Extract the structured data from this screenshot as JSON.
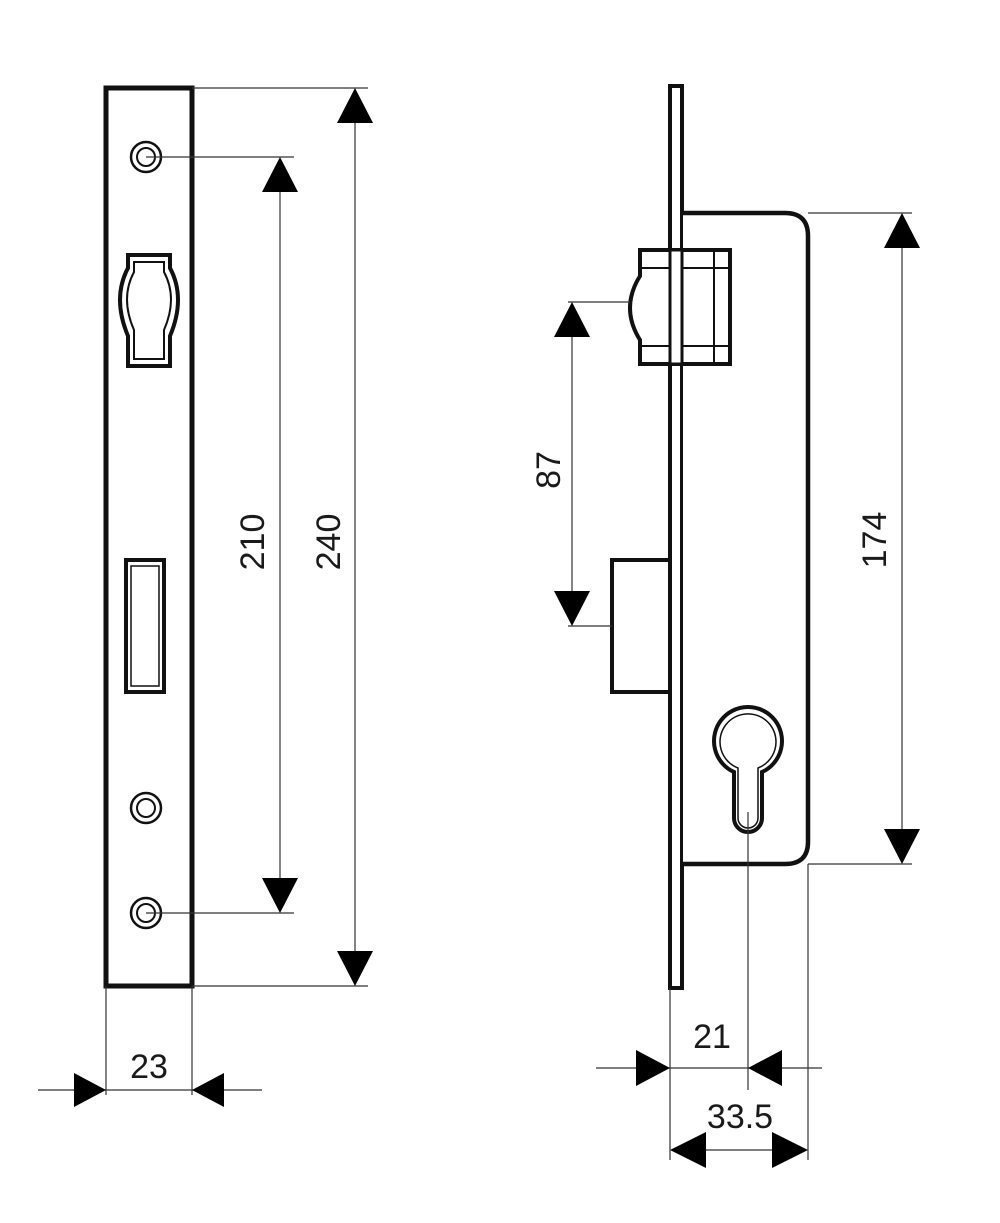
{
  "front_view": {
    "width_label": "23",
    "hole_spacing_label": "210",
    "height_label": "240"
  },
  "side_view": {
    "latch_offset_label": "87",
    "body_height_label": "174",
    "cylinder_offset_label": "21",
    "backset_label": "33.5"
  }
}
